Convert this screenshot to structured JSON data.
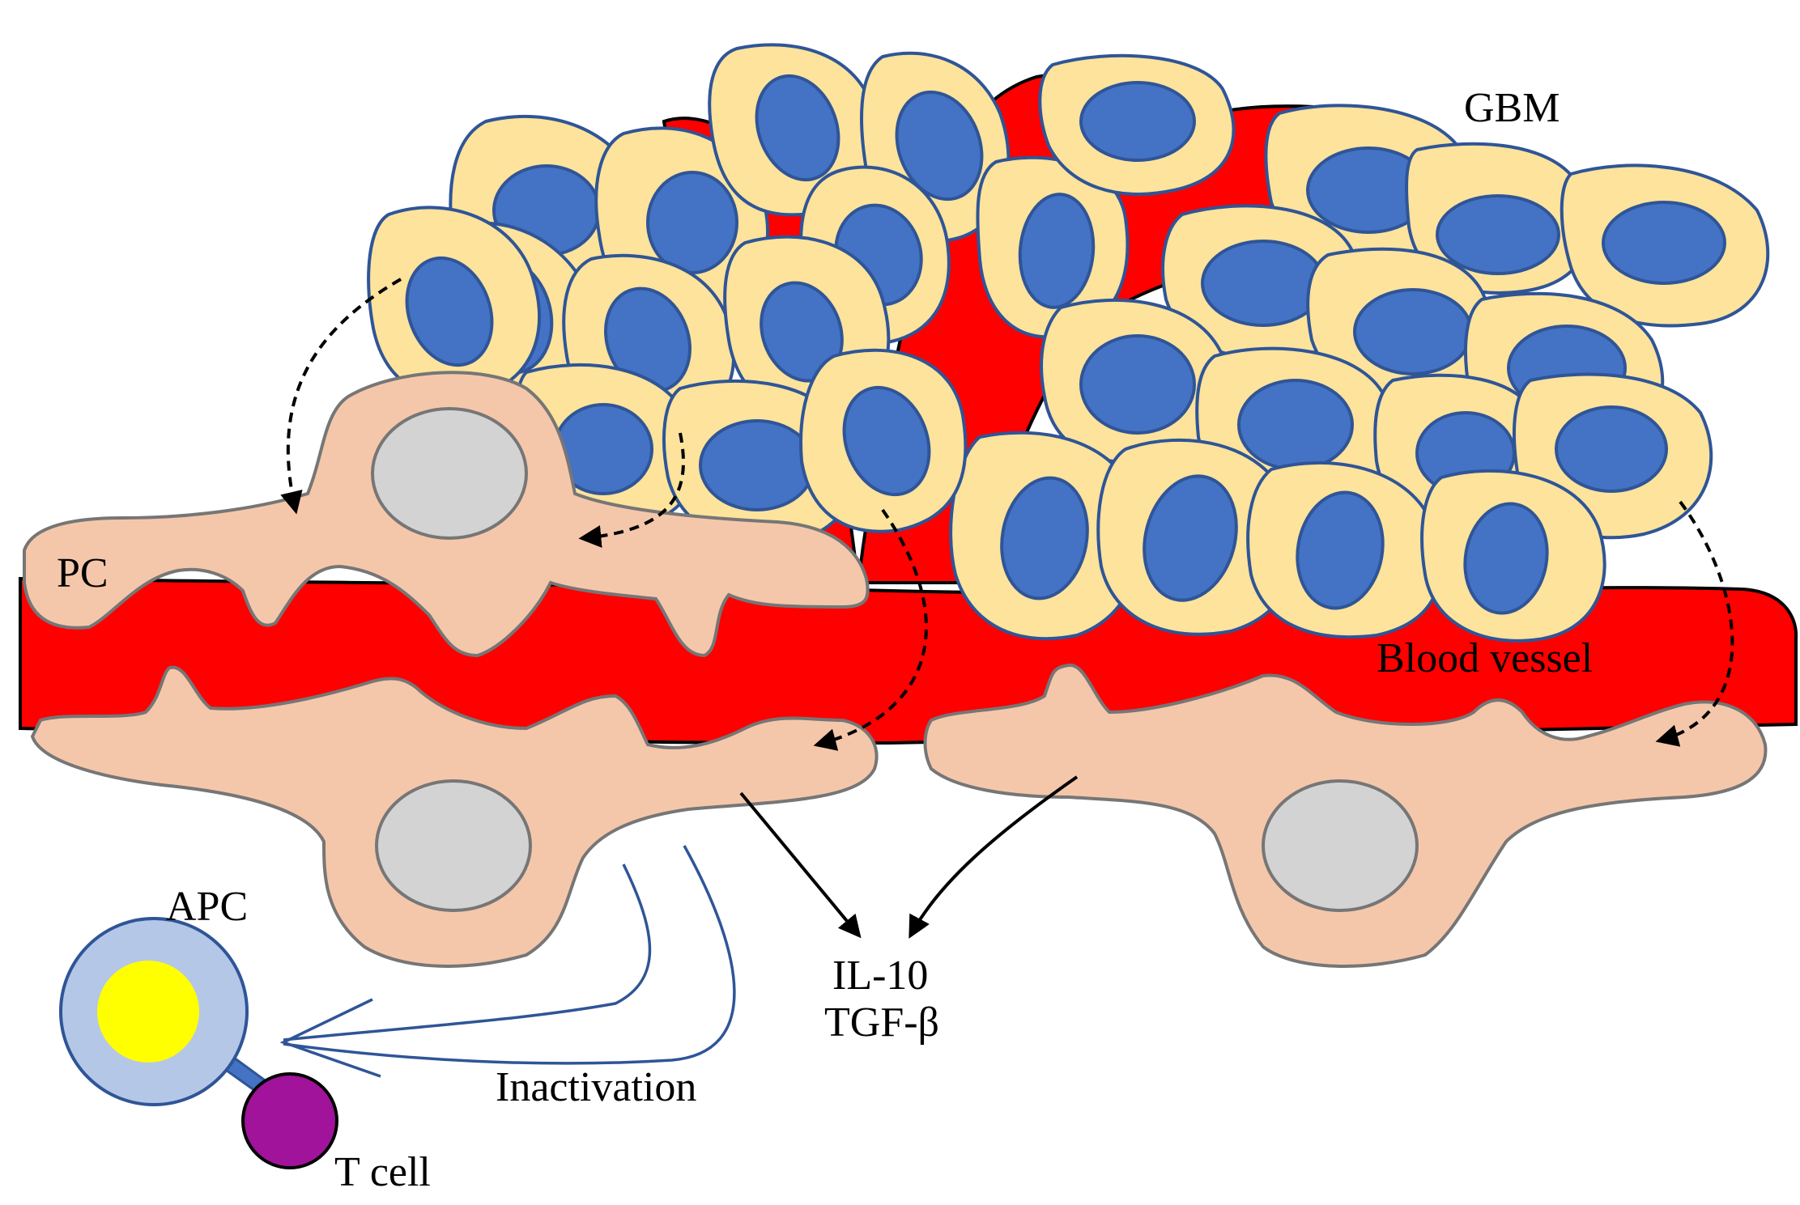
{
  "labels": {
    "gbm": "GBM",
    "pc": "PC",
    "blood_vessel": "Blood vessel",
    "apc": "APC",
    "t_cell": "T cell",
    "il10": "IL-10",
    "tgfb": "TGF-β",
    "inactivation": "Inactivation"
  },
  "colors": {
    "vessel": "#FF0000",
    "gbm_cytoplasm": "#FDE39B",
    "gbm_nucleus": "#4472C4",
    "pericyte": "#F5C7AA",
    "pericyte_nucleus": "#D3D3D3",
    "apc_outer": "#B4C7E7",
    "apc_inner": "#FFFF00",
    "t_cell": "#A0139A"
  }
}
